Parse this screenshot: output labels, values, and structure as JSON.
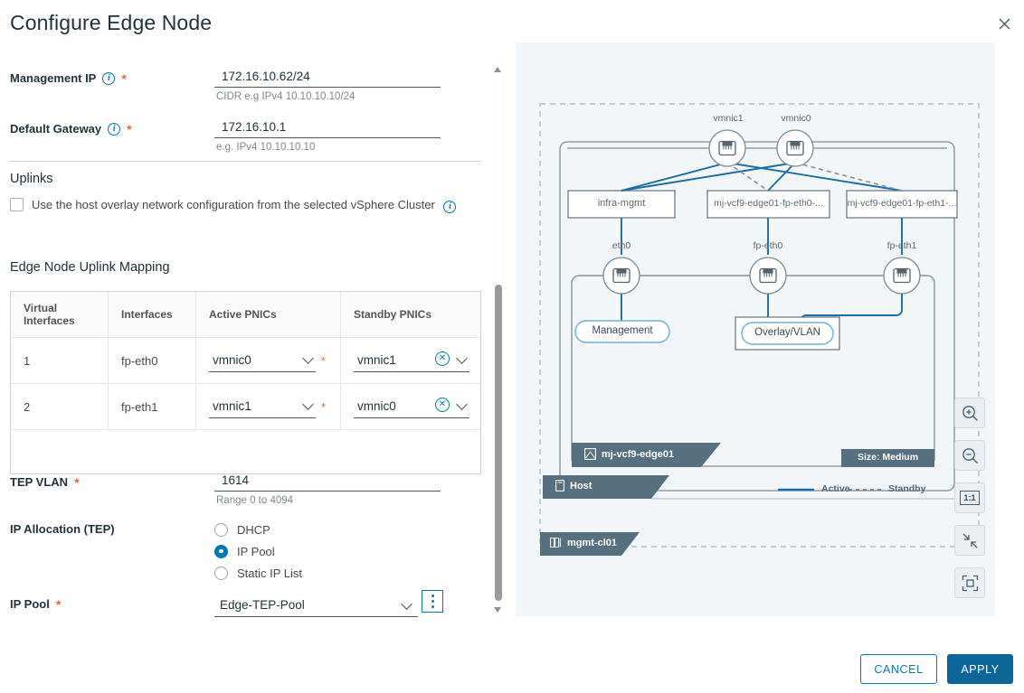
{
  "dialog": {
    "title": "Configure Edge Node",
    "close_icon": "close-icon"
  },
  "form": {
    "management_ip": {
      "label": "Management IP",
      "value": "172.16.10.62/24",
      "hint": "CIDR e.g IPv4 10.10.10.10/24",
      "required": "*",
      "info_icon": "info-icon"
    },
    "default_gateway": {
      "label": "Default Gateway",
      "value": "172.16.10.1",
      "hint": "e.g. IPv4 10.10.10.10",
      "required": "*",
      "info_icon": "info-icon"
    },
    "uplinks": {
      "heading": "Uplinks",
      "checkbox_label": "Use the host overlay network configuration from the selected vSphere Cluster",
      "checked": false,
      "info_icon": "info-icon"
    },
    "uplink_mapping": {
      "heading": "Edge Node Uplink Mapping",
      "columns": [
        "Virtual Interfaces",
        "Interfaces",
        "Active PNICs",
        "Standby PNICs"
      ],
      "rows": [
        {
          "virtual_interface": "1",
          "interface": "fp-eth0",
          "active_pnic": "vmnic0",
          "active_required": "*",
          "standby_pnic": "vmnic1"
        },
        {
          "virtual_interface": "2",
          "interface": "fp-eth1",
          "active_pnic": "vmnic1",
          "active_required": "*",
          "standby_pnic": "vmnic0"
        }
      ]
    },
    "tep_vlan": {
      "label": "TEP VLAN",
      "value": "1614",
      "hint": "Range 0 to 4094",
      "required": "*"
    },
    "ip_allocation": {
      "label": "IP Allocation (TEP)",
      "options": [
        "DHCP",
        "IP Pool",
        "Static IP List"
      ],
      "selected": "IP Pool"
    },
    "ip_pool": {
      "label": "IP Pool",
      "value": "Edge-TEP-Pool",
      "required": "*",
      "kebab_icon": "kebab-menu-icon"
    }
  },
  "diagram": {
    "cluster_tab": "mgmt-cl01",
    "host_tab": "Host",
    "edge_tab": "mj-vcf9-edge01",
    "size_badge": "Size: Medium",
    "pnics": [
      "vmnic1",
      "vmnic0"
    ],
    "port_groups": [
      "infra-mgmt",
      "mj-vcf9-edge01-fp-eth0-...",
      "mj-vcf9-edge01-fp-eth1-..."
    ],
    "edge_interfaces": [
      "eth0",
      "fp-eth0",
      "fp-eth1"
    ],
    "pills": [
      "Management",
      "Overlay/VLAN"
    ],
    "legend": [
      {
        "label": "Active",
        "style": "solid"
      },
      {
        "label": "Standby",
        "style": "dashed"
      }
    ],
    "zoom_controls": [
      {
        "name": "zoom-in-icon",
        "label": ""
      },
      {
        "name": "zoom-out-icon",
        "label": ""
      },
      {
        "name": "actual-size-icon",
        "label": "1:1"
      },
      {
        "name": "collapse-icon",
        "label": ""
      },
      {
        "name": "fit-to-screen-icon",
        "label": ""
      }
    ]
  },
  "footer": {
    "cancel_label": "CANCEL",
    "apply_label": "APPLY"
  },
  "colors": {
    "accent": "#0079b8",
    "apply_bg": "#0c6699",
    "required": "#e06a36",
    "link_line": "#1b6ea8",
    "panel_bg": "#f2f6f9",
    "tab_bg": "#57707f"
  }
}
